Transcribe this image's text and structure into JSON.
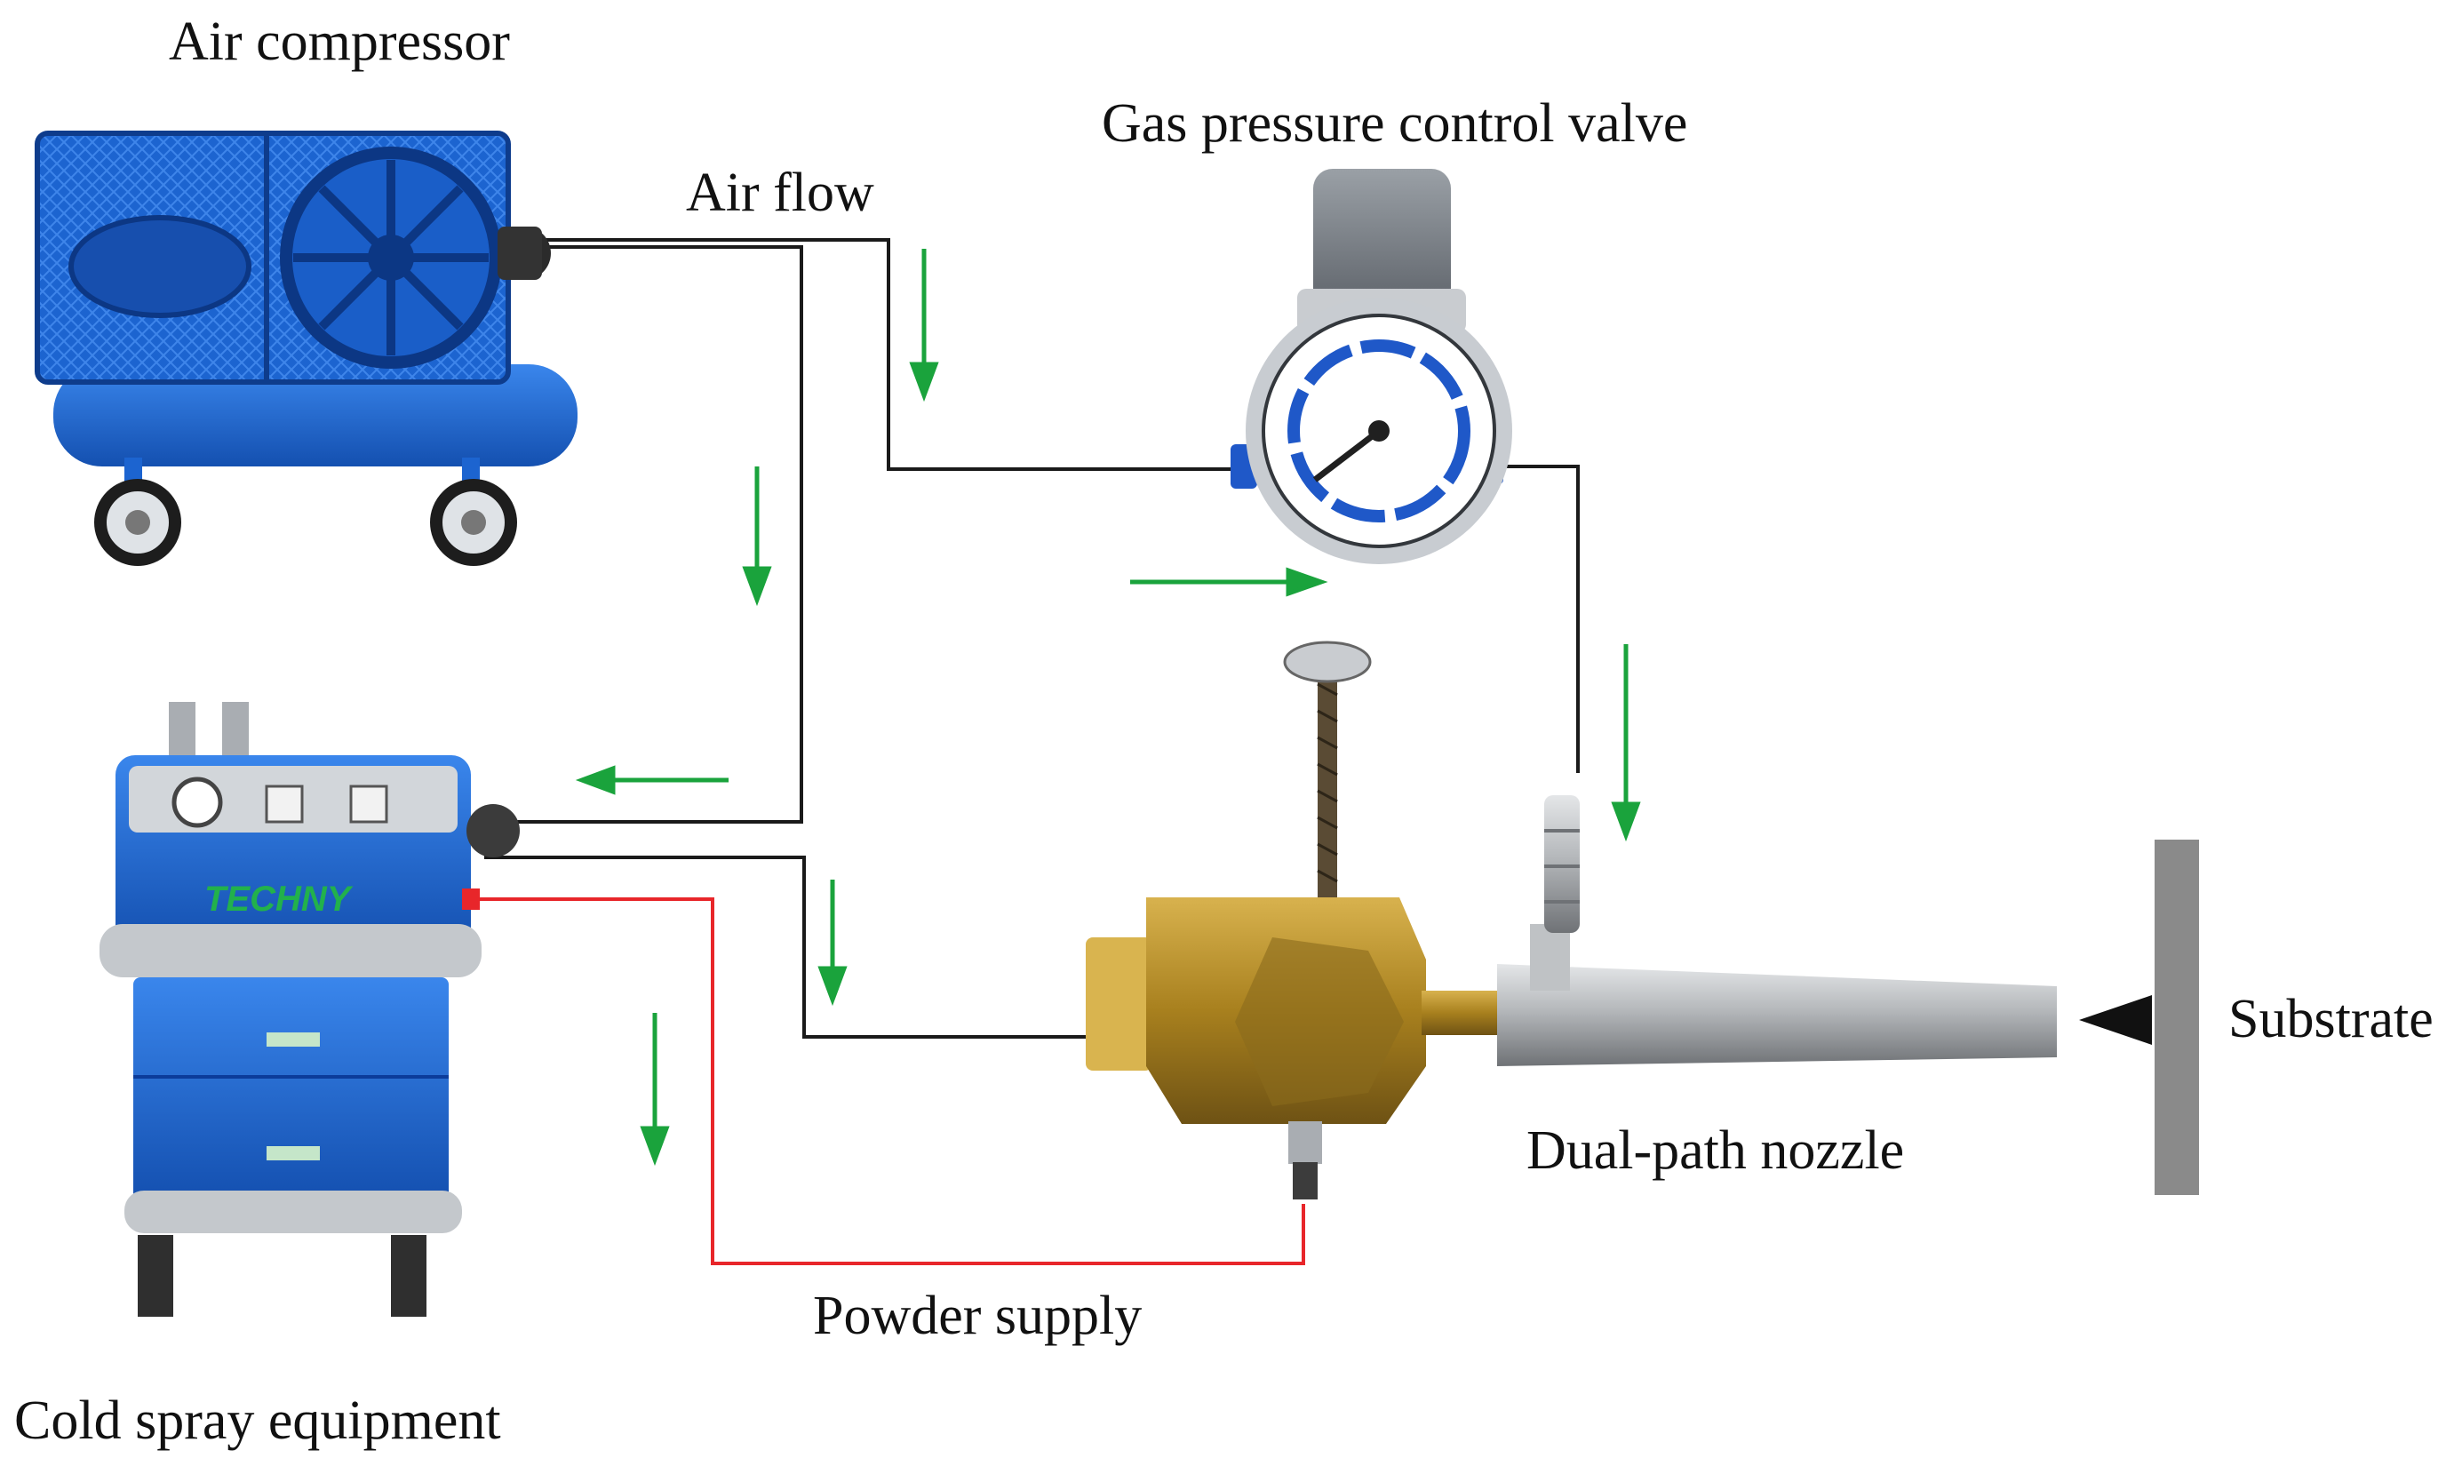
{
  "labels": {
    "air_compressor": "Air compressor",
    "air_flow": "Air flow",
    "gas_valve": "Gas pressure control valve",
    "cold_spray": "Cold spray equipment",
    "powder_supply": "Powder supply",
    "nozzle": "Dual-path nozzle",
    "substrate": "Substrate",
    "brand": "TECHNY"
  },
  "colors": {
    "air_line": "#1a1a1a",
    "powder_line": "#e8262a",
    "flow_arrow": "#1aa33c",
    "equipment_blue": "#1c64d0",
    "brass": "#b8902e",
    "steel": "#b9bcbf",
    "substrate": "#8a8a8a"
  },
  "icons": [
    "air-compressor-icon",
    "pressure-valve-icon",
    "cold-spray-machine-icon",
    "dual-path-nozzle-icon",
    "substrate-plate-icon",
    "flow-arrow-icon"
  ]
}
